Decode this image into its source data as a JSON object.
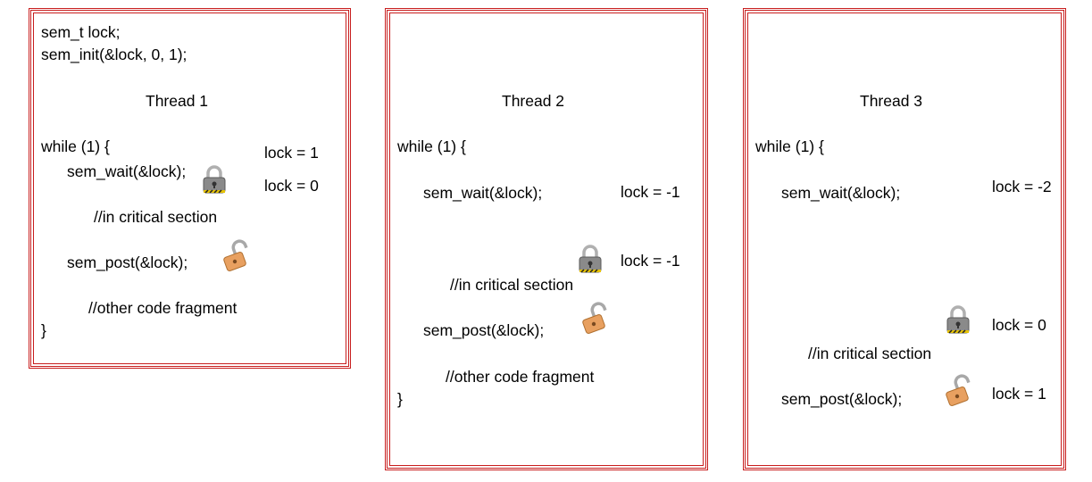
{
  "panel1": {
    "decl": "sem_t lock;",
    "init": "sem_init(&lock, 0, 1);",
    "title": "Thread 1",
    "loop_open": "while (1) {",
    "wait": "sem_wait(&lock);",
    "critical": "//in critical section",
    "post": "sem_post(&lock);",
    "other": "//other code fragment",
    "close": "}",
    "lock_before": "lock = 1",
    "lock_after": "lock = 0",
    "icons": [
      "lock-closed",
      "lock-open"
    ]
  },
  "panel2": {
    "title": "Thread 2",
    "loop_open": "while (1) {",
    "wait": "sem_wait(&lock);",
    "lock_wait": "lock = -1",
    "lock_acquired": "lock = -1",
    "critical": "//in critical section",
    "post": "sem_post(&lock);",
    "other": "//other code fragment",
    "close": "}",
    "icons": [
      "lock-closed",
      "lock-open"
    ]
  },
  "panel3": {
    "title": "Thread 3",
    "loop_open": "while (1) {",
    "wait": "sem_wait(&lock);",
    "lock_wait": "lock = -2",
    "lock_acquired": "lock = 0",
    "critical": "//in critical section",
    "post": "sem_post(&lock);",
    "lock_released": "lock = 1",
    "icons": [
      "lock-closed",
      "lock-open"
    ]
  },
  "colors": {
    "border": "#c81e1e",
    "lock_body_closed": "#8a8a8a",
    "lock_body_open": "#e8a060"
  }
}
